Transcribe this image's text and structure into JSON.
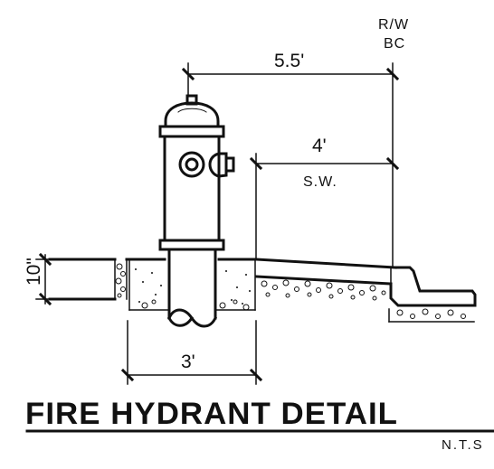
{
  "labels": {
    "rw": "R/W",
    "bc": "BC",
    "dim_hydrant_to_bc": "5.5'",
    "dim_sidewalk": "4'",
    "sidewalk": "S.W.",
    "dim_slab_thickness": "10\"",
    "dim_footing_width": "3'",
    "title": "FIRE HYDRANT DETAIL",
    "scale_note": "N.T.S"
  },
  "colors": {
    "ink": "#111111",
    "paper": "#ffffff"
  }
}
